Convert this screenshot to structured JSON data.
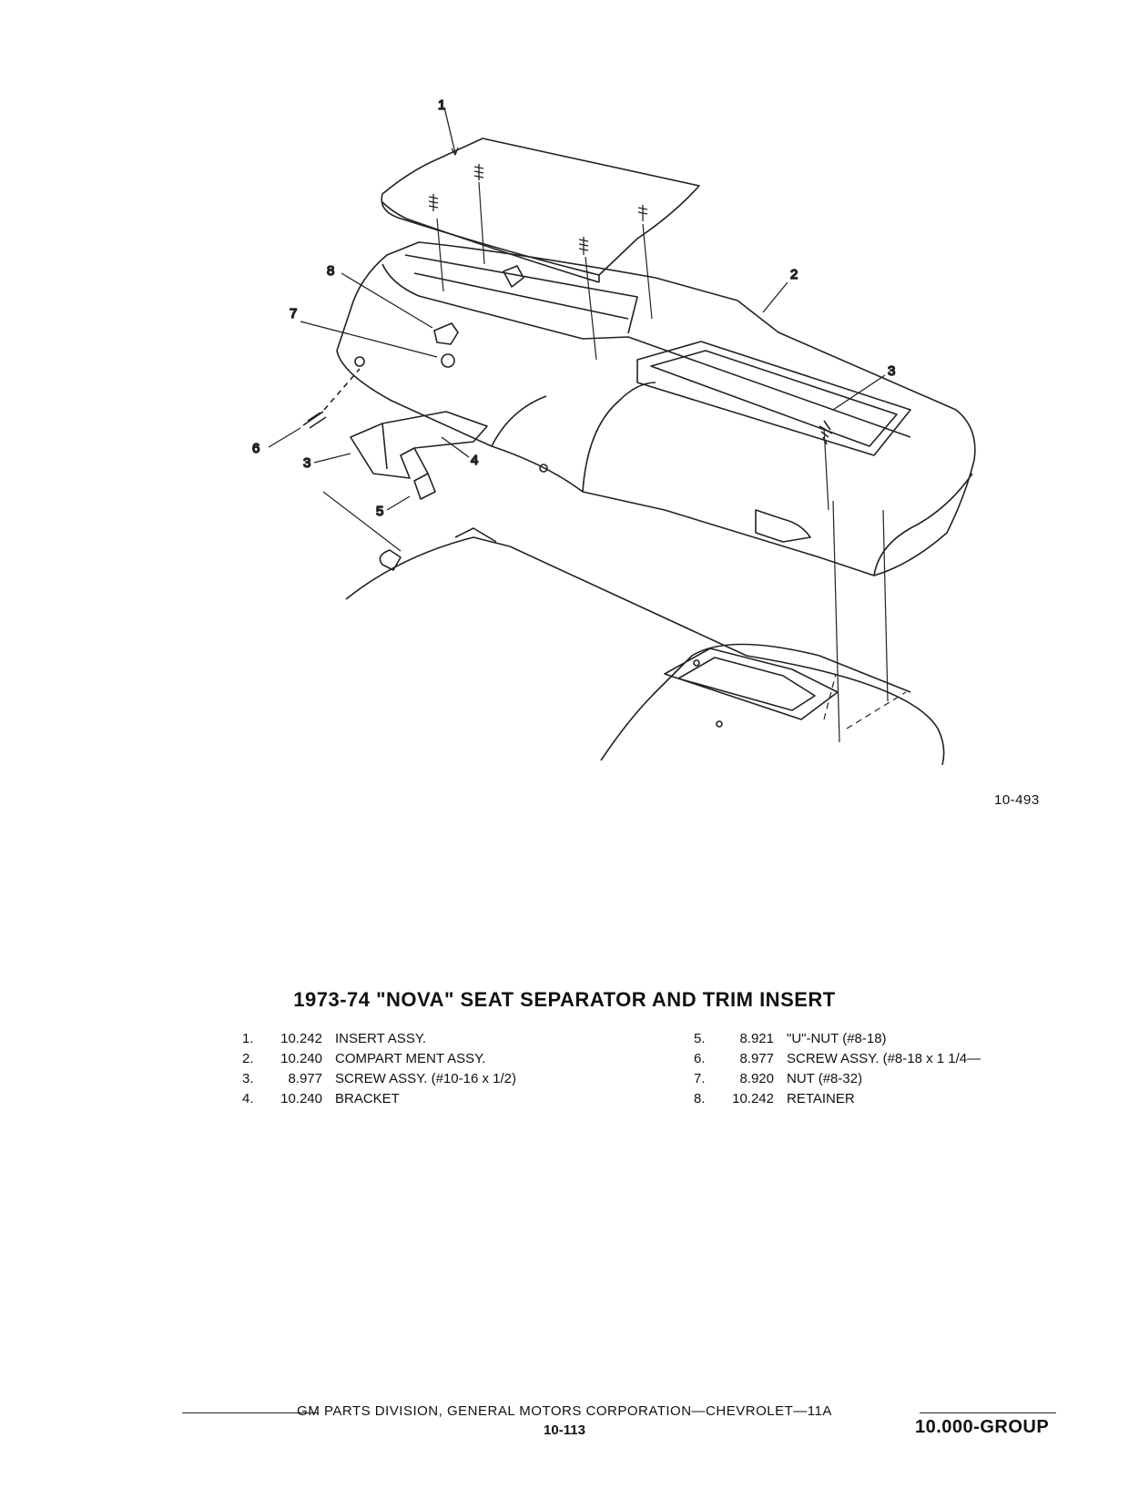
{
  "figure": {
    "callouts": [
      "1",
      "2",
      "3",
      "4",
      "5",
      "6",
      "7",
      "8"
    ],
    "figure_number": "10-493"
  },
  "title": "1973-74 \"NOVA\" SEAT SEPARATOR AND TRIM INSERT",
  "parts": {
    "left": [
      {
        "num": "1.",
        "code": "10.242",
        "desc": "INSERT ASSY."
      },
      {
        "num": "2.",
        "code": "10.240",
        "desc": "COMPART MENT ASSY."
      },
      {
        "num": "3.",
        "code": "8.977",
        "desc": "SCREW ASSY. (#10-16 x 1/2)"
      },
      {
        "num": "4.",
        "code": "10.240",
        "desc": "BRACKET"
      }
    ],
    "right": [
      {
        "num": "5.",
        "code": "8.921",
        "desc": "\"U\"-NUT (#8-18)"
      },
      {
        "num": "6.",
        "code": "8.977",
        "desc": "SCREW ASSY. (#8-18 x 1 1/4—"
      },
      {
        "num": "7.",
        "code": "8.920",
        "desc": "NUT (#8-32)"
      },
      {
        "num": "8.",
        "code": "10.242",
        "desc": "RETAINER"
      }
    ]
  },
  "footer": {
    "publisher": "GM PARTS DIVISION, GENERAL MOTORS CORPORATION—CHEVROLET—11A",
    "page_number": "10-113",
    "group": "10.000-GROUP"
  }
}
